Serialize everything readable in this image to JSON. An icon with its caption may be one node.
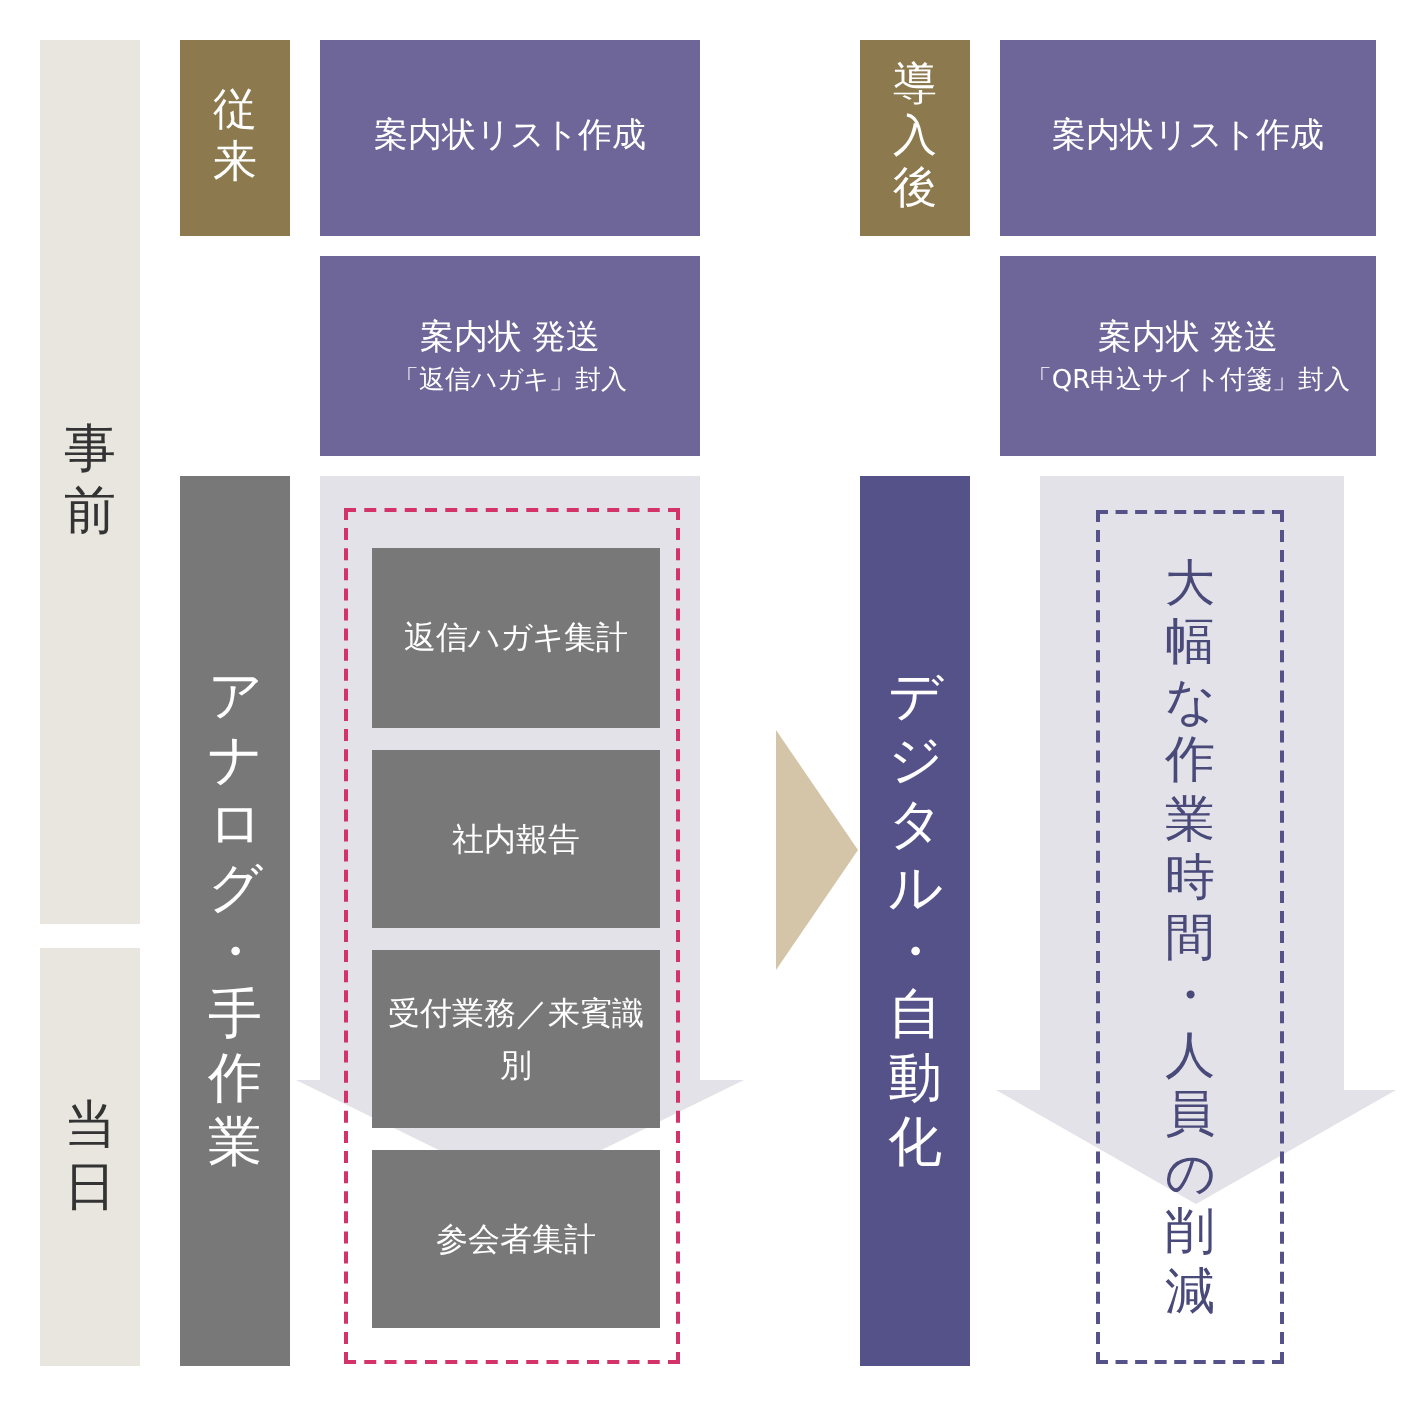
{
  "diagram": {
    "nodes": [
      {
        "text": [
          "事前"
        ]
      },
      {
        "text": [
          "当日"
        ]
      },
      {
        "text": [
          "従来"
        ]
      },
      {
        "text": [
          "案内状リスト作成"
        ]
      },
      {
        "text": [
          "案内状 発送",
          "「返信ハガキ」封入"
        ]
      },
      {
        "text": [
          "アナログ・手作業"
        ]
      },
      {
        "text": [],
        "shape": "box"
      },
      {
        "text": [
          "返信ハガキ集計"
        ],
        "in": 6
      },
      {
        "text": [
          "社内報告"
        ],
        "in": 6
      },
      {
        "text": [
          "受付業務／来賓識別"
        ],
        "in": 6
      },
      {
        "text": [
          "参会者集計"
        ],
        "in": 6
      },
      {
        "text": [
          "導入後"
        ]
      },
      {
        "text": [
          "案内状リスト作成"
        ]
      },
      {
        "text": [
          "案内状 発送",
          "「QR申込サイト付箋」封入"
        ]
      },
      {
        "text": [
          "デジタル・自動化"
        ]
      },
      {
        "text": [
          "大幅な作業時間・人員の削減"
        ]
      }
    ],
    "edges": [
      {
        "from": 6,
        "to": 14,
        "arrow": "to"
      }
    ]
  }
}
